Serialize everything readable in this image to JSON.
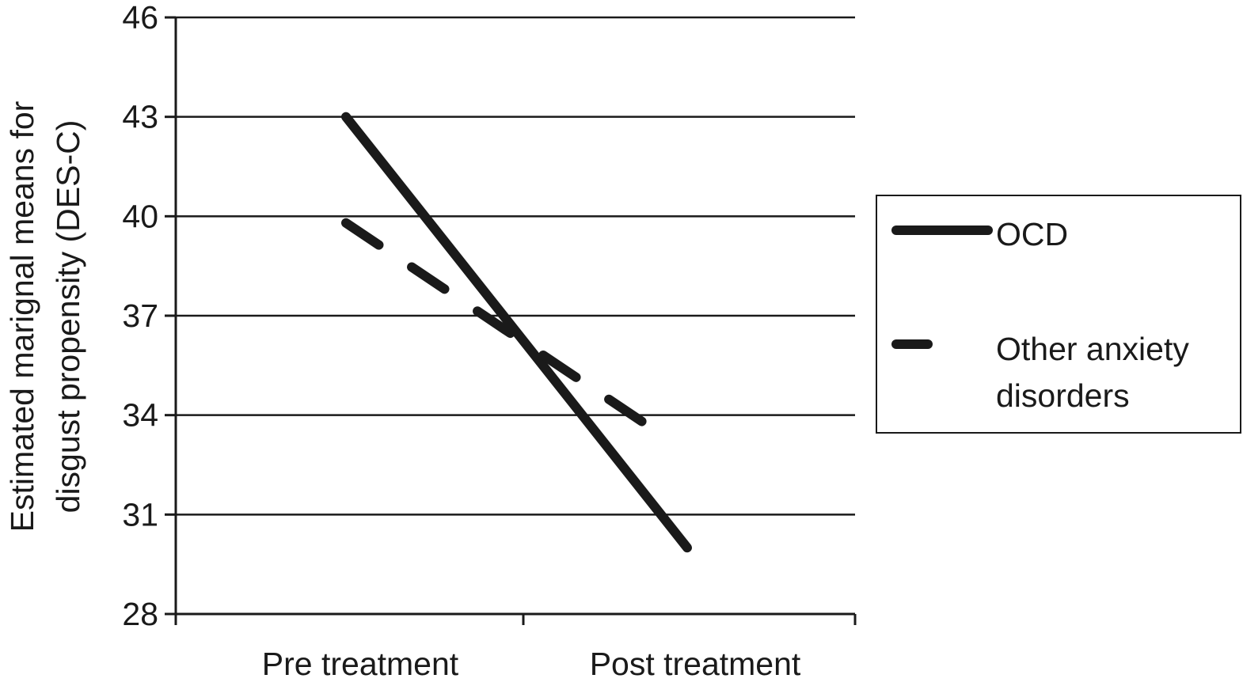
{
  "chart_data": {
    "type": "line",
    "title": "",
    "xlabel": "",
    "ylabel_lines": [
      "Estimated marignal means for",
      "disgust propensity (DES-C)"
    ],
    "categories": [
      "Pre treatment",
      "Post treatment"
    ],
    "ylim": [
      28,
      46
    ],
    "yticks": [
      28,
      31,
      34,
      37,
      40,
      43,
      46
    ],
    "grid": true,
    "legend_position": "right",
    "series": [
      {
        "name": "OCD",
        "line_style": "solid",
        "color": "#1a1a1a",
        "values": [
          43.0,
          30.0
        ]
      },
      {
        "name": "Other anxiety disorders",
        "line_style": "dashed",
        "color": "#1a1a1a",
        "values": [
          39.8,
          33.5
        ]
      }
    ]
  }
}
